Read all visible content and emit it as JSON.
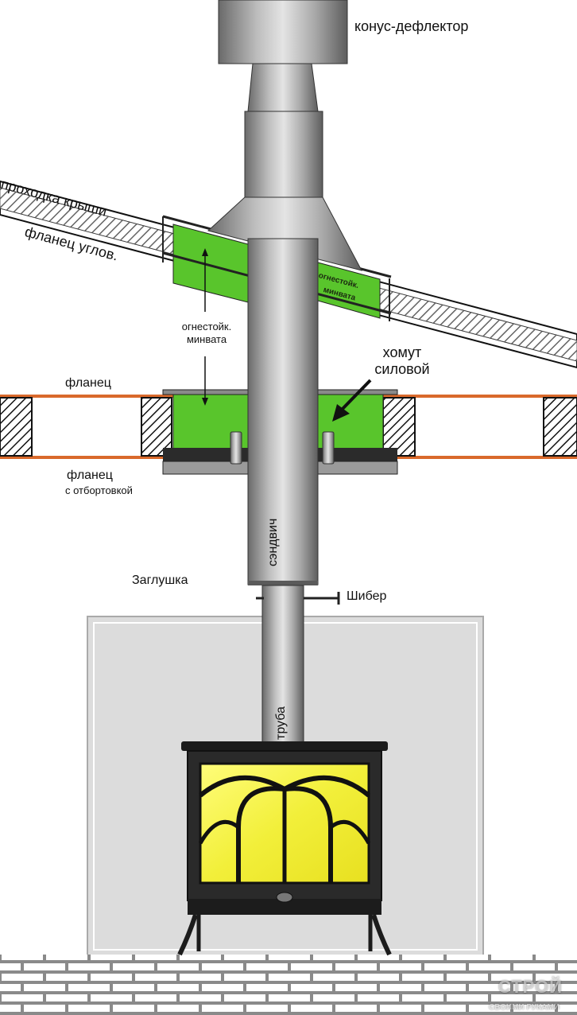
{
  "labels": {
    "cone_deflector": "конус-дефлектор",
    "roof_passage": "проходка крыши",
    "angle_flange": "фланец углов.",
    "fireproof_wool_1": "огнестойк.",
    "fireproof_wool_2": "минвата",
    "slab_fireproof_1": "огнестойк.",
    "slab_fireproof_2": "минвата",
    "clamp_1": "хомут",
    "clamp_2": "силовой",
    "flange": "фланец",
    "flange_flared_1": "фланец",
    "flange_flared_2": "с отбортовкой",
    "sandwich": "сэндвич",
    "plug": "Заглушка",
    "damper": "Шибер",
    "pipe": "труба"
  },
  "watermark": {
    "brand": "СТРОЙ",
    "sub": "СВОИМИ РУКАМИ"
  },
  "colors": {
    "metal_light": "#d4d4d4",
    "metal_dark": "#6e6e6e",
    "insulation_green": "#59c52c",
    "ceiling_orange": "#d9692b",
    "stove_black": "#1c1c1c",
    "fire_yellow": "#f2ef3a",
    "backwall": "#dcdcdc",
    "brick_gray": "#8a8a8a"
  }
}
